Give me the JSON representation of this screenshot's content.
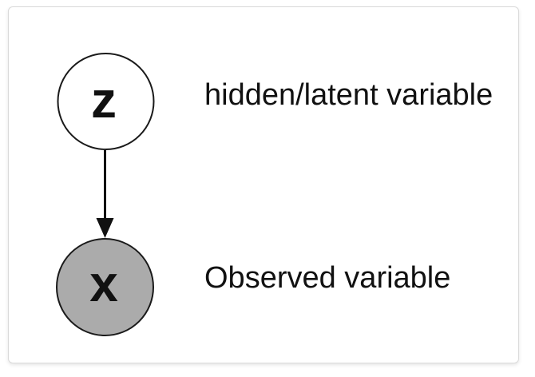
{
  "diagram": {
    "type": "graphical-model",
    "nodes": [
      {
        "id": "z",
        "label": "z",
        "description": "hidden/latent variable",
        "fill": "#ffffff",
        "shape": "circle"
      },
      {
        "id": "x",
        "label": "x",
        "description": "Observed variable",
        "fill": "#ababab",
        "shape": "circle"
      }
    ],
    "edges": [
      {
        "from": "z",
        "to": "x",
        "style": "solid-arrow"
      }
    ],
    "colors": {
      "node_stroke": "#1a1a1a",
      "edge": "#111111",
      "text": "#111111",
      "card_border": "#dadada",
      "card_background": "#ffffff"
    }
  }
}
